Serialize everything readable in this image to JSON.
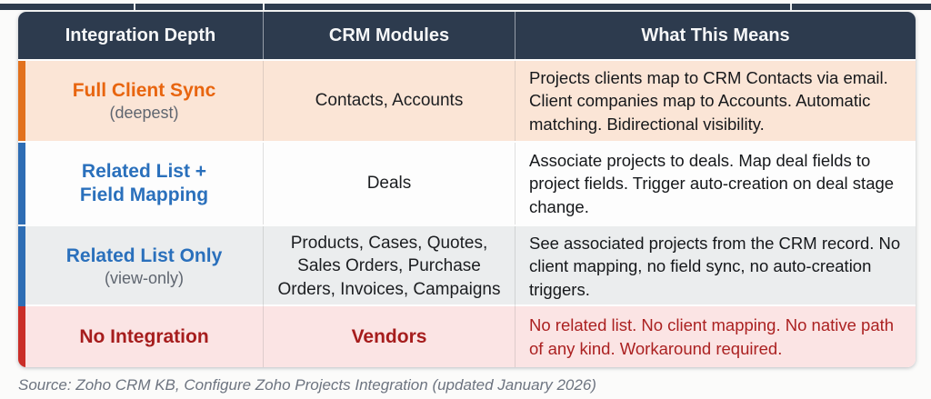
{
  "chart_data": {
    "type": "table",
    "columns": [
      "Integration Depth",
      "CRM Modules",
      "What This Means"
    ],
    "rows": [
      {
        "depth": "Full Client Sync",
        "depth_line2": "",
        "depth_note": "(deepest)",
        "modules": "Contacts, Accounts",
        "meaning": "Projects clients map to CRM Contacts via email. Client companies map to Accounts. Automatic matching. Bidirectional visibility.",
        "accent_color": "#e2711d",
        "row_bg": "#fbe5d6",
        "title_color": "#e8650f"
      },
      {
        "depth": "Related List +",
        "depth_line2": "Field Mapping",
        "depth_note": "",
        "modules": "Deals",
        "meaning": "Associate projects to deals. Map deal fields to project fields. Trigger auto-creation on deal stage change.",
        "accent_color": "#2e6db4",
        "row_bg": "#fdfdfd",
        "title_color": "#2a70bc"
      },
      {
        "depth": "Related List Only",
        "depth_line2": "",
        "depth_note": "(view-only)",
        "modules": "Products, Cases, Quotes, Sales Orders, Purchase Orders, Invoices, Campaigns",
        "meaning": "See associated projects from the CRM record. No client mapping, no field sync, no auto-creation triggers.",
        "accent_color": "#2e6db4",
        "row_bg": "#ebedee",
        "title_color": "#2a70bc"
      },
      {
        "depth": "No Integration",
        "depth_line2": "",
        "depth_note": "",
        "modules": "Vendors",
        "meaning": "No related list. No client mapping. No native path of any kind. Workaround required.",
        "accent_color": "#ca2e28",
        "row_bg": "#fbe4e4",
        "title_color": "#a61d1d"
      }
    ],
    "header_bg": "#2d3b4e",
    "source": "Source: Zoho CRM KB, Configure Zoho Projects Integration (updated January 2026)"
  }
}
